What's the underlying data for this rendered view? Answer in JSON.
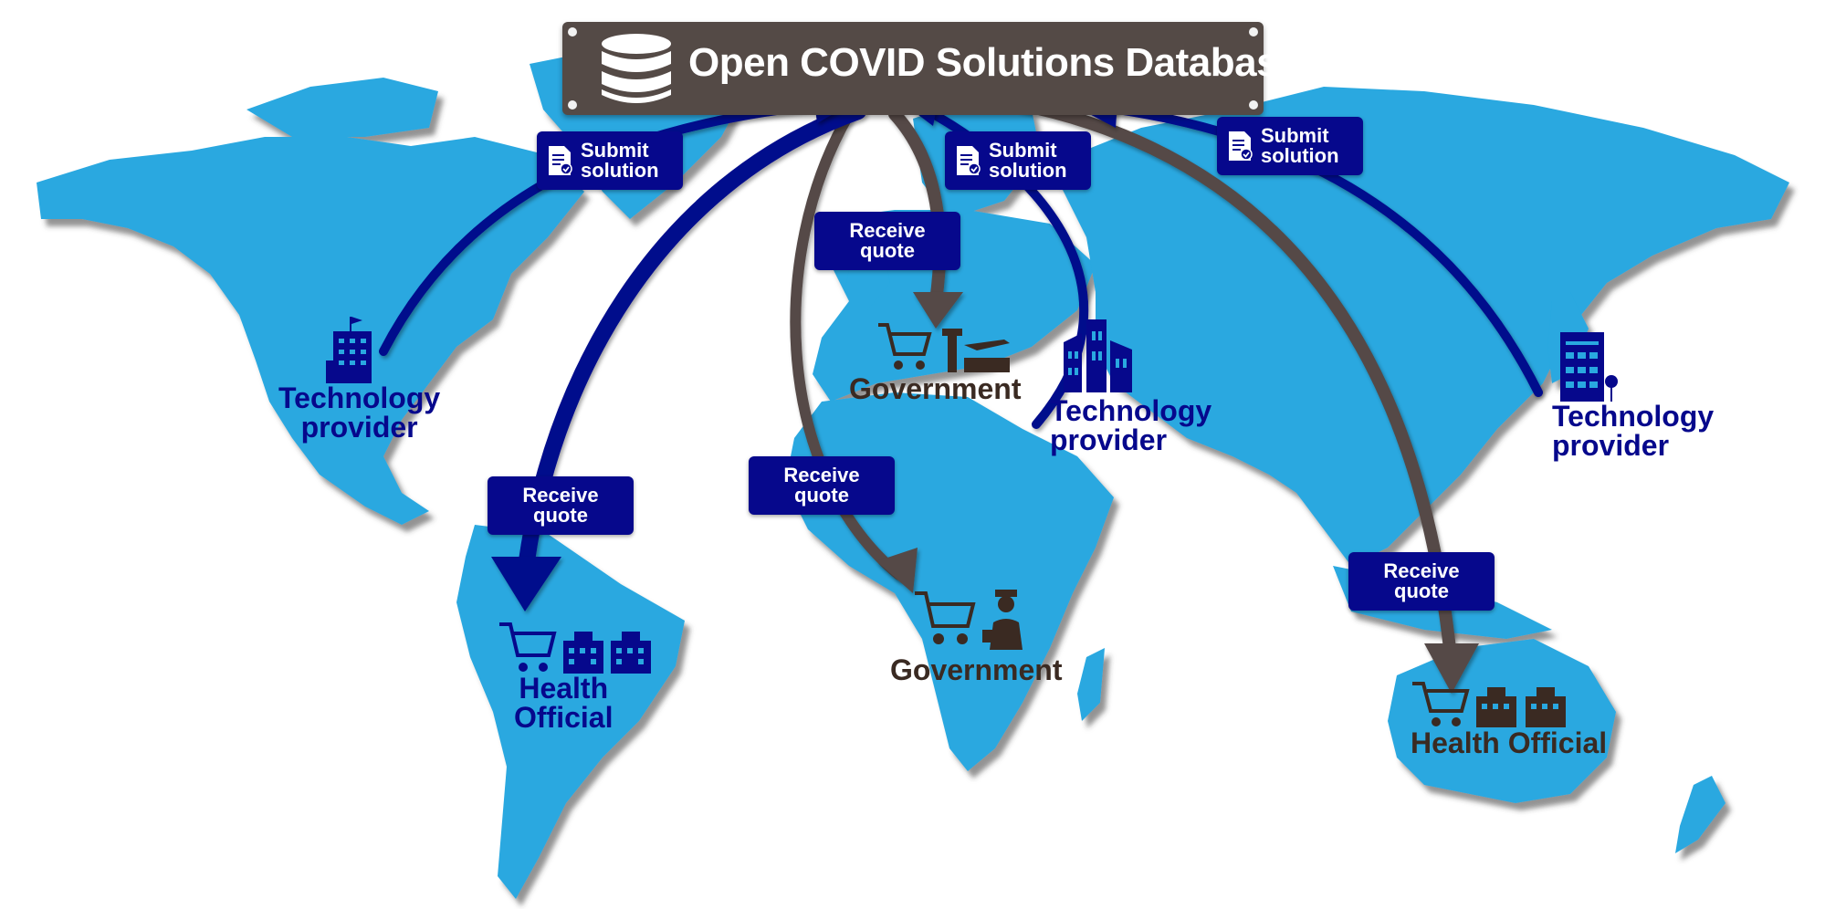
{
  "header": {
    "title": "Open COVID Solutions Database",
    "icon": "database-icon",
    "background": "#544a46"
  },
  "actions": {
    "submit_na": "Submit\nsolution",
    "submit_eu": "Submit\nsolution",
    "submit_asia": "Submit\nsolution",
    "quote_eu_gov": "Receive\nquote",
    "quote_sa_health": "Receive\nquote",
    "quote_af_gov": "Receive\nquote",
    "quote_au_health": "Receive\nquote"
  },
  "actors": {
    "tech_na": "Technology\nprovider",
    "tech_me": "Technology\nprovider",
    "tech_asia": "Technology\nprovider",
    "gov_eu": "Government",
    "gov_af": "Government",
    "health_sa": "Health\nOfficial",
    "health_au": "Health Official"
  },
  "colors": {
    "ocean": "#ffffff",
    "land": "#29a8e0",
    "submit_flow": "#06088c",
    "quote_flow": "#544a46",
    "label_bg": "#06088c"
  },
  "icons": [
    "database-icon",
    "document-check-icon",
    "shopping-cart-icon",
    "hospital-icon",
    "office-building-icon",
    "city-buildings-icon",
    "airport-icon",
    "officer-icon"
  ]
}
